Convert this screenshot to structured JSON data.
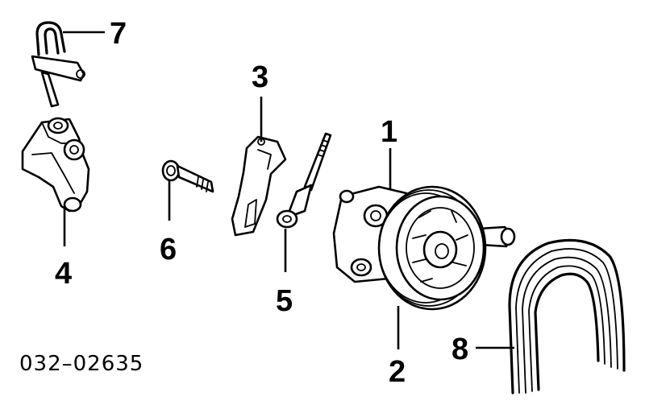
{
  "callouts": {
    "c1": "1",
    "c2": "2",
    "c3": "3",
    "c4": "4",
    "c5": "5",
    "c6": "6",
    "c7": "7",
    "c8": "8"
  },
  "diagram_code": "032–02635"
}
